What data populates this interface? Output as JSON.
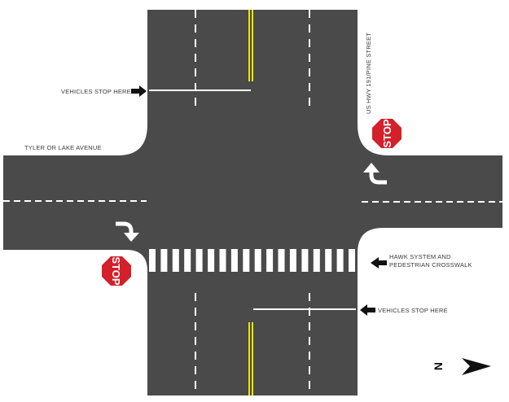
{
  "labels": {
    "stop_line_top": "VEHICLES STOP HERE",
    "stop_line_bottom": "VEHICLES STOP HERE",
    "cross_street": "TYLER OR LAKE AVENUE",
    "main_street": "US HWY 191/PINE STREET",
    "hawk_line1": "HAWK SYSTEM AND",
    "hawk_line2": "PEDESTRIAN CROSSWALK"
  },
  "stop_signs": {
    "top_right": "STOP",
    "bottom_left": "STOP"
  },
  "north_arrow": {
    "letter": "N"
  },
  "crosswalk": {
    "stripe_count": 18
  },
  "colors": {
    "road": "#4a4a4a",
    "center_line": "#e8e800",
    "lane_marking": "#ffffff",
    "stop_sign": "#d3202a",
    "arrow": "#111111",
    "background": "#ffffff"
  }
}
